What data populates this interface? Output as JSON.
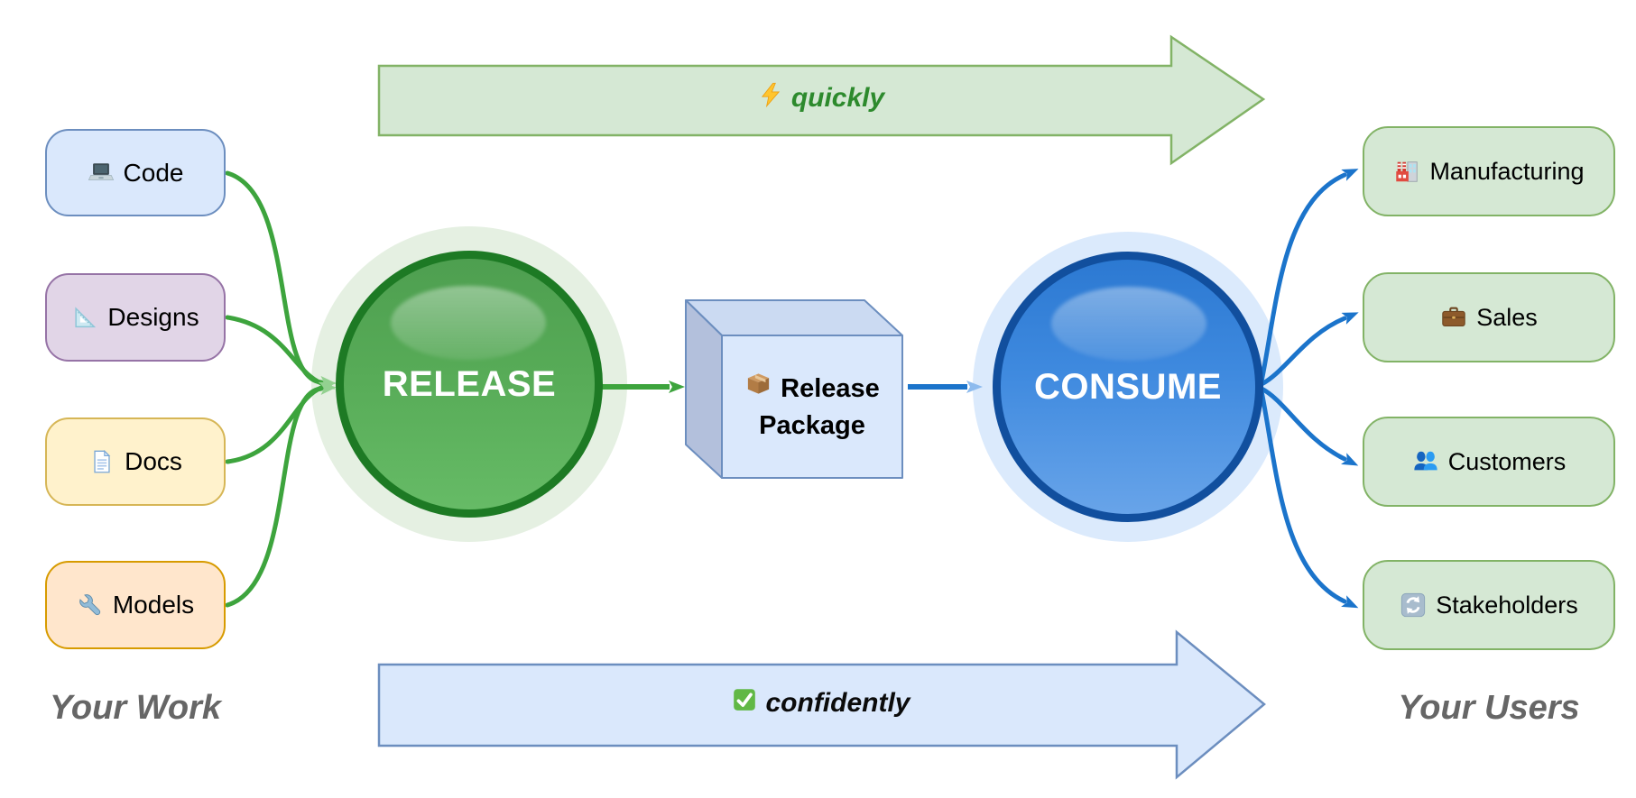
{
  "left_group": {
    "caption": "Your Work",
    "items": [
      {
        "label": "Code",
        "icon": "laptop-icon",
        "fill": "#dae8fc",
        "border": "#6c8ebf"
      },
      {
        "label": "Designs",
        "icon": "triangle-ruler-icon",
        "fill": "#e1d5e7",
        "border": "#9673a6"
      },
      {
        "label": "Docs",
        "icon": "document-icon",
        "fill": "#fff2cc",
        "border": "#d6b656"
      },
      {
        "label": "Models",
        "icon": "wrench-icon",
        "fill": "#ffe6cc",
        "border": "#d79b00"
      }
    ]
  },
  "right_group": {
    "caption": "Your Users",
    "items": [
      {
        "label": "Manufacturing",
        "icon": "factory-icon",
        "fill": "#d5e8d4",
        "border": "#82b366"
      },
      {
        "label": "Sales",
        "icon": "briefcase-icon",
        "fill": "#d5e8d4",
        "border": "#82b366"
      },
      {
        "label": "Customers",
        "icon": "people-icon",
        "fill": "#d5e8d4",
        "border": "#82b366"
      },
      {
        "label": "Stakeholders",
        "icon": "refresh-icon",
        "fill": "#d5e8d4",
        "border": "#82b366"
      }
    ]
  },
  "release_node": {
    "label": "RELEASE",
    "border": "#1d7a24",
    "fill": "#57ab57",
    "halo": "#e5f0e2",
    "text_color": "#ffffff"
  },
  "consume_node": {
    "label": "CONSUME",
    "border": "#114f9e",
    "fill": "#3f8adf",
    "halo": "#dbeafc",
    "text_color": "#ffffff"
  },
  "package_node": {
    "label_lines": [
      "Release",
      "Package"
    ],
    "icon": "package-icon",
    "fill": "#dae8fc",
    "border": "#6c8ebf"
  },
  "top_arrow": {
    "label": "quickly",
    "icon": "lightning-icon",
    "fill": "#d5e8d4",
    "border": "#82b366",
    "text_color": "#2d8a2d"
  },
  "bottom_arrow": {
    "label": "confidently",
    "icon": "check-icon",
    "fill": "#dae8fc",
    "border": "#6c8ebf",
    "text_color": "#0b0b0b"
  },
  "connectors": {
    "left_color": "#3da43d",
    "left_arrowhead": "#93d190",
    "right_color": "#1b74cb",
    "right_arrowhead": "#1b74cb",
    "package_in_arrowhead": "#3da43d",
    "consume_in_arrowhead": "#8dbbee"
  },
  "caption_color": "#666666"
}
